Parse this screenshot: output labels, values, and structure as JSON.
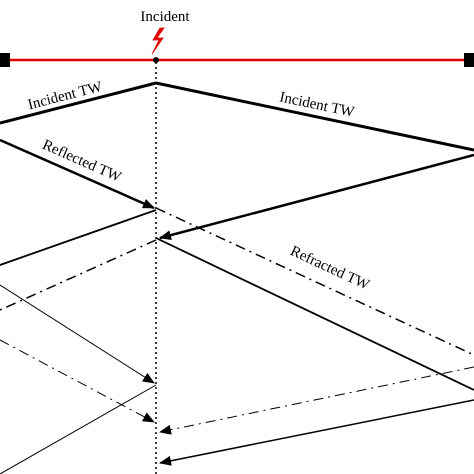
{
  "labels": {
    "incident": "Incident",
    "incident_tw_left": "Incident TW",
    "incident_tw_right": "Incident TW",
    "reflected_tw": "Reflected TW",
    "refracted_tw": "Refracted TW"
  },
  "colors": {
    "line": "#e00000",
    "fault_symbol": "#e00000",
    "waves": "#000000"
  },
  "icons": {
    "fault": "lightning-bolt-icon",
    "left_terminal": "busbar-square-icon",
    "right_terminal": "busbar-square-icon"
  }
}
